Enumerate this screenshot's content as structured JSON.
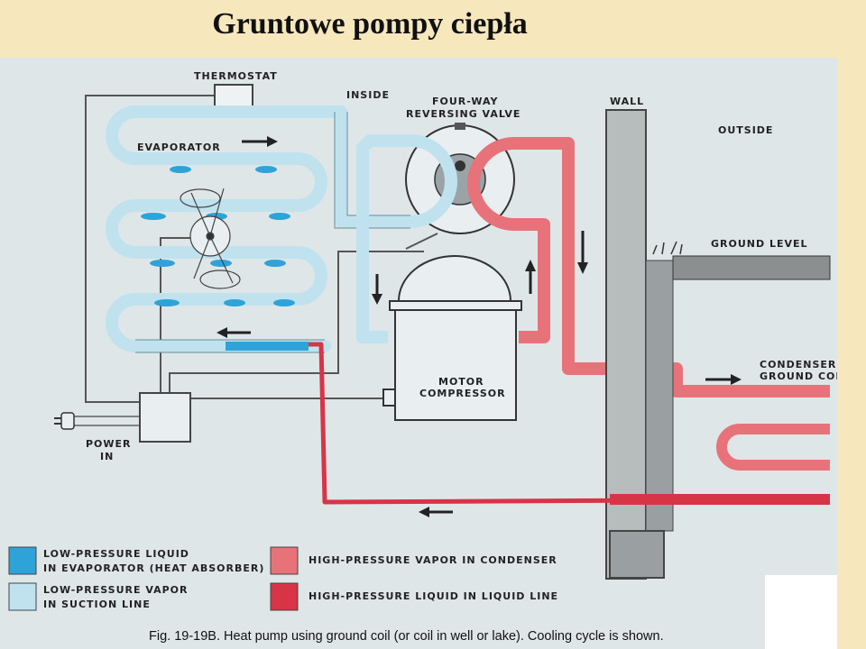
{
  "title": "Gruntowe pompy ciepła",
  "labels": {
    "thermostat": "THERMOSTAT",
    "inside": "INSIDE",
    "valve_line1": "FOUR-WAY",
    "valve_line2": "REVERSING VALVE",
    "wall": "WALL",
    "outside": "OUTSIDE",
    "evaporator": "EVAPORATOR",
    "ground_level": "GROUND LEVEL",
    "condenser_line1": "CONDENSER",
    "condenser_line2": "GROUND COIL",
    "motor_line1": "MOTOR",
    "motor_line2": "COMPRESSOR",
    "power_line1": "POWER",
    "power_line2": "IN"
  },
  "legend": [
    {
      "line1": "LOW-PRESSURE LIQUID",
      "line2": "IN EVAPORATOR (HEAT ABSORBER)",
      "color": "#2ea3d8"
    },
    {
      "line1": "LOW-PRESSURE VAPOR",
      "line2": "IN SUCTION LINE",
      "color": "#bfe2ee"
    },
    {
      "line1": "HIGH-PRESSURE VAPOR IN CONDENSER",
      "line2": "",
      "color": "#e8727a"
    },
    {
      "line1": "HIGH-PRESSURE LIQUID IN LIQUID LINE",
      "line2": "",
      "color": "#d83447"
    }
  ],
  "caption": "Fig. 19-19B.  Heat pump using ground coil (or coil in well or lake). Cooling cycle is shown.",
  "colors": {
    "background": "#f7e7bd",
    "figure": "#dfe6e8",
    "suction_vapor": "#bfe2ee",
    "evap_liquid": "#2ea3d8",
    "condenser_vapor": "#e8727a",
    "liquid_line": "#d83447"
  }
}
